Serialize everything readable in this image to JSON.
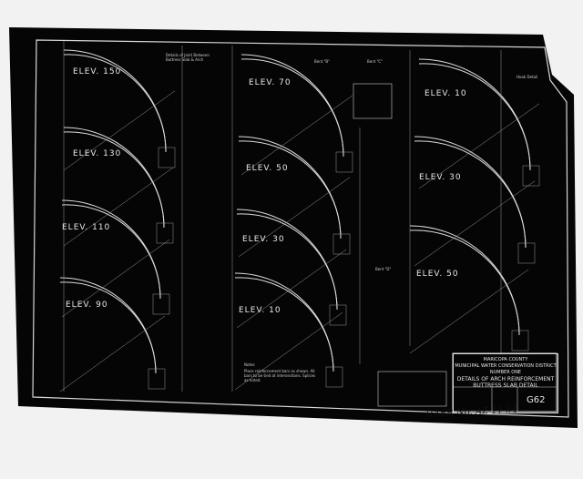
{
  "drawing": {
    "elevations_left": [
      "ELEV. 150",
      "ELEV. 130",
      "ELEV. 110",
      "ELEV. 90"
    ],
    "elevations_middle": [
      "ELEV. 70",
      "ELEV. 50",
      "ELEV. 30",
      "ELEV. 10"
    ],
    "elevations_right": [
      "ELEV. 10",
      "ELEV. 30",
      "ELEV. 50"
    ],
    "detail_captions": {
      "joint_detail": "Details of Joint Between Buttress Slab & Arch",
      "hood_detail": "Hook Detail",
      "bent_b": "Bent \"B\"",
      "bent_c": "Bent \"C\"",
      "bent_d": "Bent \"D\"",
      "notes": "Notes"
    },
    "notes_text": "Place reinforcement bars as shown. All bars to be tied at intersections. Splices as noted."
  },
  "title_block": {
    "line1": "MARICOPA COUNTY",
    "line2": "MUNICIPAL WATER CONSERVATION DISTRICT",
    "line3": "NUMBER ONE",
    "line4": "DETAILS OF ARCH REINFORCEMENT",
    "line5": "BUTTRESS SLAB DETAIL",
    "drawing_number": "G62"
  },
  "archive_number": "HAER No. AZ-11-54",
  "colors": {
    "sheet": "#050505",
    "lines": "#e0e0e0",
    "paper": "#f2f2f2"
  }
}
